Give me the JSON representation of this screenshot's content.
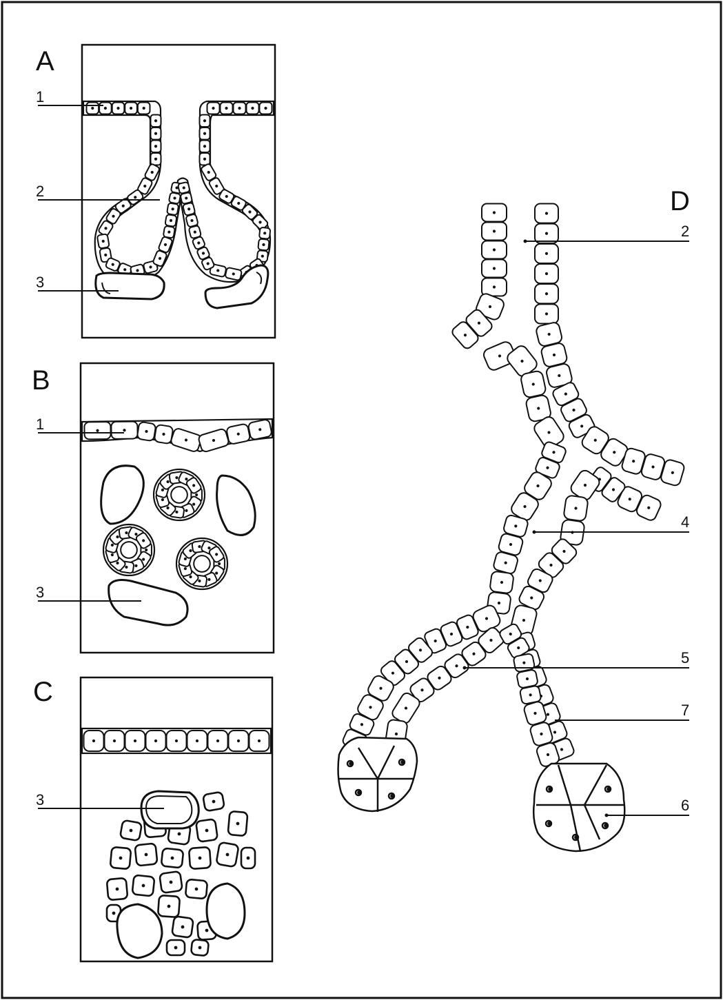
{
  "figure": {
    "panels": [
      {
        "id": "A",
        "letter": "A",
        "labels": [
          "1",
          "2",
          "3"
        ]
      },
      {
        "id": "B",
        "letter": "B",
        "labels": [
          "1",
          "3"
        ]
      },
      {
        "id": "C",
        "letter": "C",
        "labels": [
          "3"
        ]
      },
      {
        "id": "D",
        "letter": "D",
        "labels": [
          "2",
          "4",
          "5",
          "7",
          "6"
        ]
      }
    ]
  }
}
